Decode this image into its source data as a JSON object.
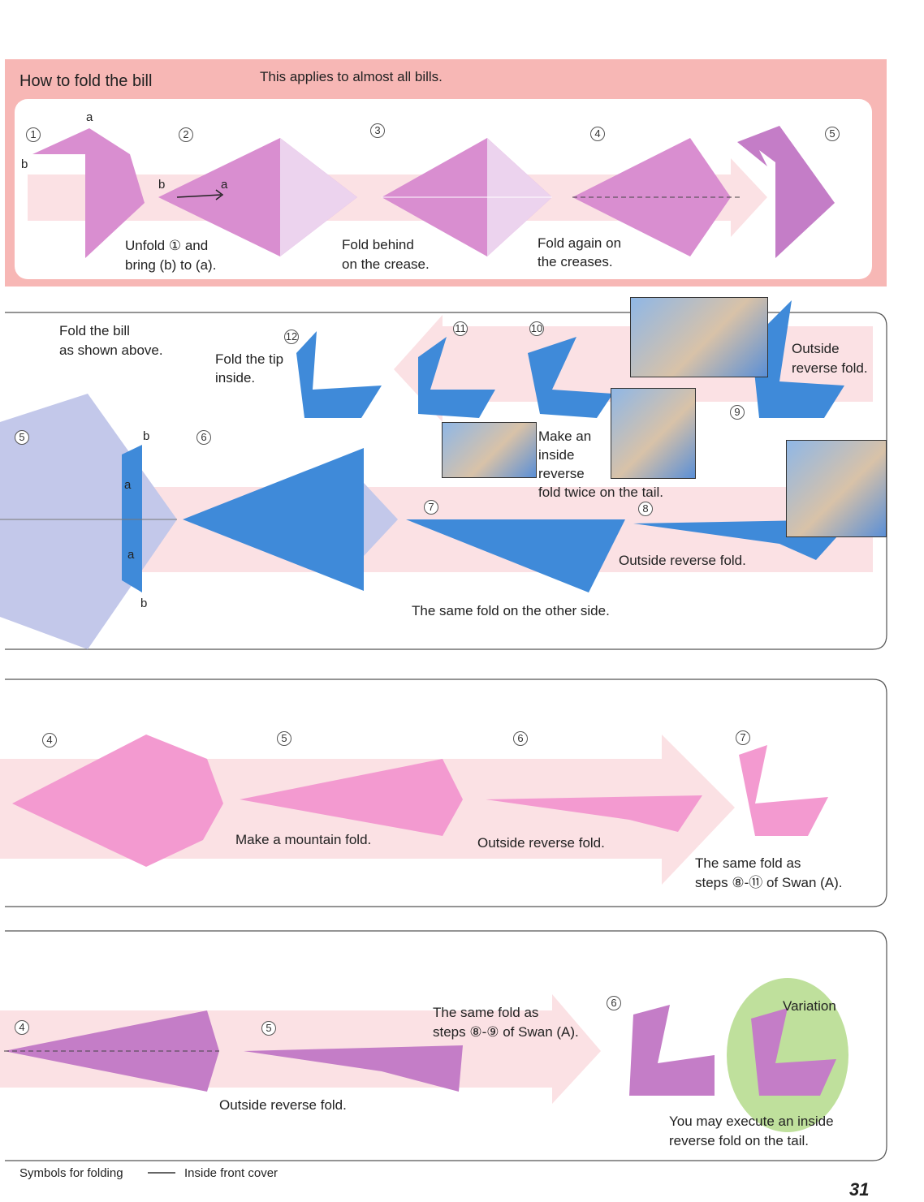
{
  "bill_section": {
    "title": "How to fold the bill",
    "subtitle": "This applies to almost all bills.",
    "steps": [
      "1",
      "2",
      "3",
      "4",
      "5"
    ],
    "letters": {
      "a1": "a",
      "b1": "b",
      "b2": "b",
      "a2": "a"
    },
    "captions": {
      "step2": [
        "Unfold ① and",
        "bring (b) to (a)."
      ],
      "step3": [
        "Fold behind",
        "on the crease."
      ],
      "step4": [
        "Fold again on",
        "the creases."
      ]
    }
  },
  "swan_section": {
    "steps": [
      "5",
      "6",
      "7",
      "8",
      "9",
      "10",
      "11",
      "12"
    ],
    "letters": [
      "b",
      "a",
      "a",
      "b"
    ],
    "captions": {
      "fold_bill": [
        "Fold the bill",
        "as shown above."
      ],
      "fold_tip": [
        "Fold the tip",
        "inside."
      ],
      "outside_reverse_top": [
        "Outside",
        "reverse fold."
      ],
      "inside_reverse": [
        "Make an",
        "inside",
        "reverse",
        "fold twice on the tail."
      ],
      "outside_reverse": "Outside reverse fold.",
      "same_fold": "The same fold on the other side."
    }
  },
  "pink_section": {
    "steps": [
      "4",
      "5",
      "6",
      "7"
    ],
    "captions": {
      "mountain": "Make a mountain fold.",
      "outside_reverse": "Outside reverse fold.",
      "same_fold": [
        "The same fold as",
        "steps ⑧-⑪ of Swan (A)."
      ]
    }
  },
  "purple_section": {
    "steps": [
      "4",
      "5",
      "6"
    ],
    "captions": {
      "outside_reverse": "Outside reverse fold.",
      "same_fold": [
        "The same fold as",
        "steps ⑧-⑨ of Swan (A)."
      ],
      "variation": "Variation",
      "variation_note": [
        "You may execute an inside",
        "reverse fold on the tail."
      ]
    }
  },
  "footer": {
    "symbols": "Symbols for folding",
    "cover": "Inside front cover",
    "page_number": "31"
  },
  "colors": {
    "bill_band": "#f7b7b5",
    "light_pink_arrow": "#fbe1e4",
    "bill_purple": "#d98ed0",
    "swan_blue": "#3f8ad9",
    "swan_lightblue": "#c3c8ea",
    "pink_model": "#f39ad0",
    "purple_model": "#c47dc7",
    "variation_green": "#bfe09c"
  }
}
